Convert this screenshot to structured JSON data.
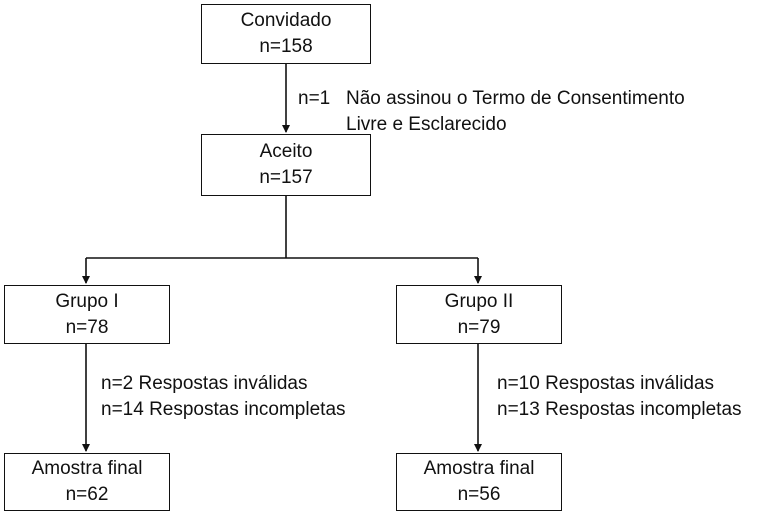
{
  "nodes": {
    "invited": {
      "label": "Convidado",
      "n": "n=158"
    },
    "accepted": {
      "label": "Aceito",
      "n": "n=157"
    },
    "group1": {
      "label": "Grupo I",
      "n": "n=78"
    },
    "group2": {
      "label": "Grupo II",
      "n": "n=79"
    },
    "final1": {
      "label": "Amostra final",
      "n": "n=62"
    },
    "final2": {
      "label": "Amostra final",
      "n": "n=56"
    }
  },
  "exclusions": {
    "consent": {
      "n": "n=1",
      "text_line1": "Não assinou o Termo de Consentimento",
      "text_line2": "Livre e Esclarecido"
    },
    "group1": [
      {
        "text": "n=2 Respostas inválidas"
      },
      {
        "text": "n=14 Respostas incompletas"
      }
    ],
    "group2": [
      {
        "text": "n=10 Respostas inválidas"
      },
      {
        "text": "n=13 Respostas incompletas"
      }
    ]
  }
}
